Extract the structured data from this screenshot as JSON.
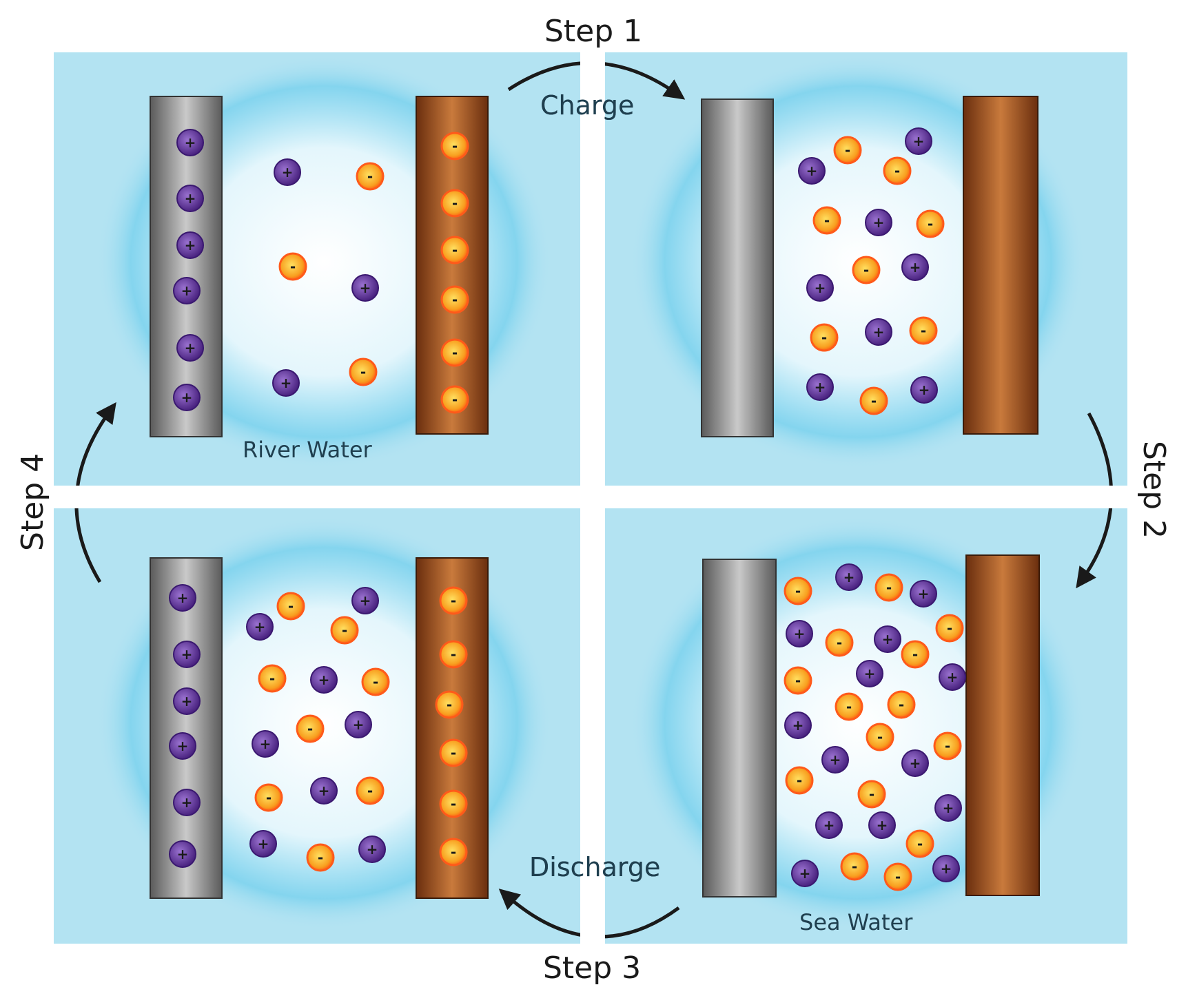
{
  "steps": {
    "step1": "Step 1",
    "step2": "Step 2",
    "step3": "Step 3",
    "step4": "Step 4"
  },
  "actions": {
    "charge": "Charge",
    "discharge": "Discharge"
  },
  "water": {
    "river": "River Water",
    "sea": "Sea Water"
  },
  "ion_signs": {
    "positive": "+",
    "negative": "-"
  },
  "colors": {
    "background": "#b3e3f2",
    "glow_center": "#ffffff",
    "gray_electrode": "#8a8a8a",
    "copper_electrode": "#8f4a1f",
    "positive_ion": "#6a3f9f",
    "negative_ion": "#f5a020",
    "negative_ion_ring": "#ff5a1a",
    "arrow": "#1a1a1a"
  }
}
